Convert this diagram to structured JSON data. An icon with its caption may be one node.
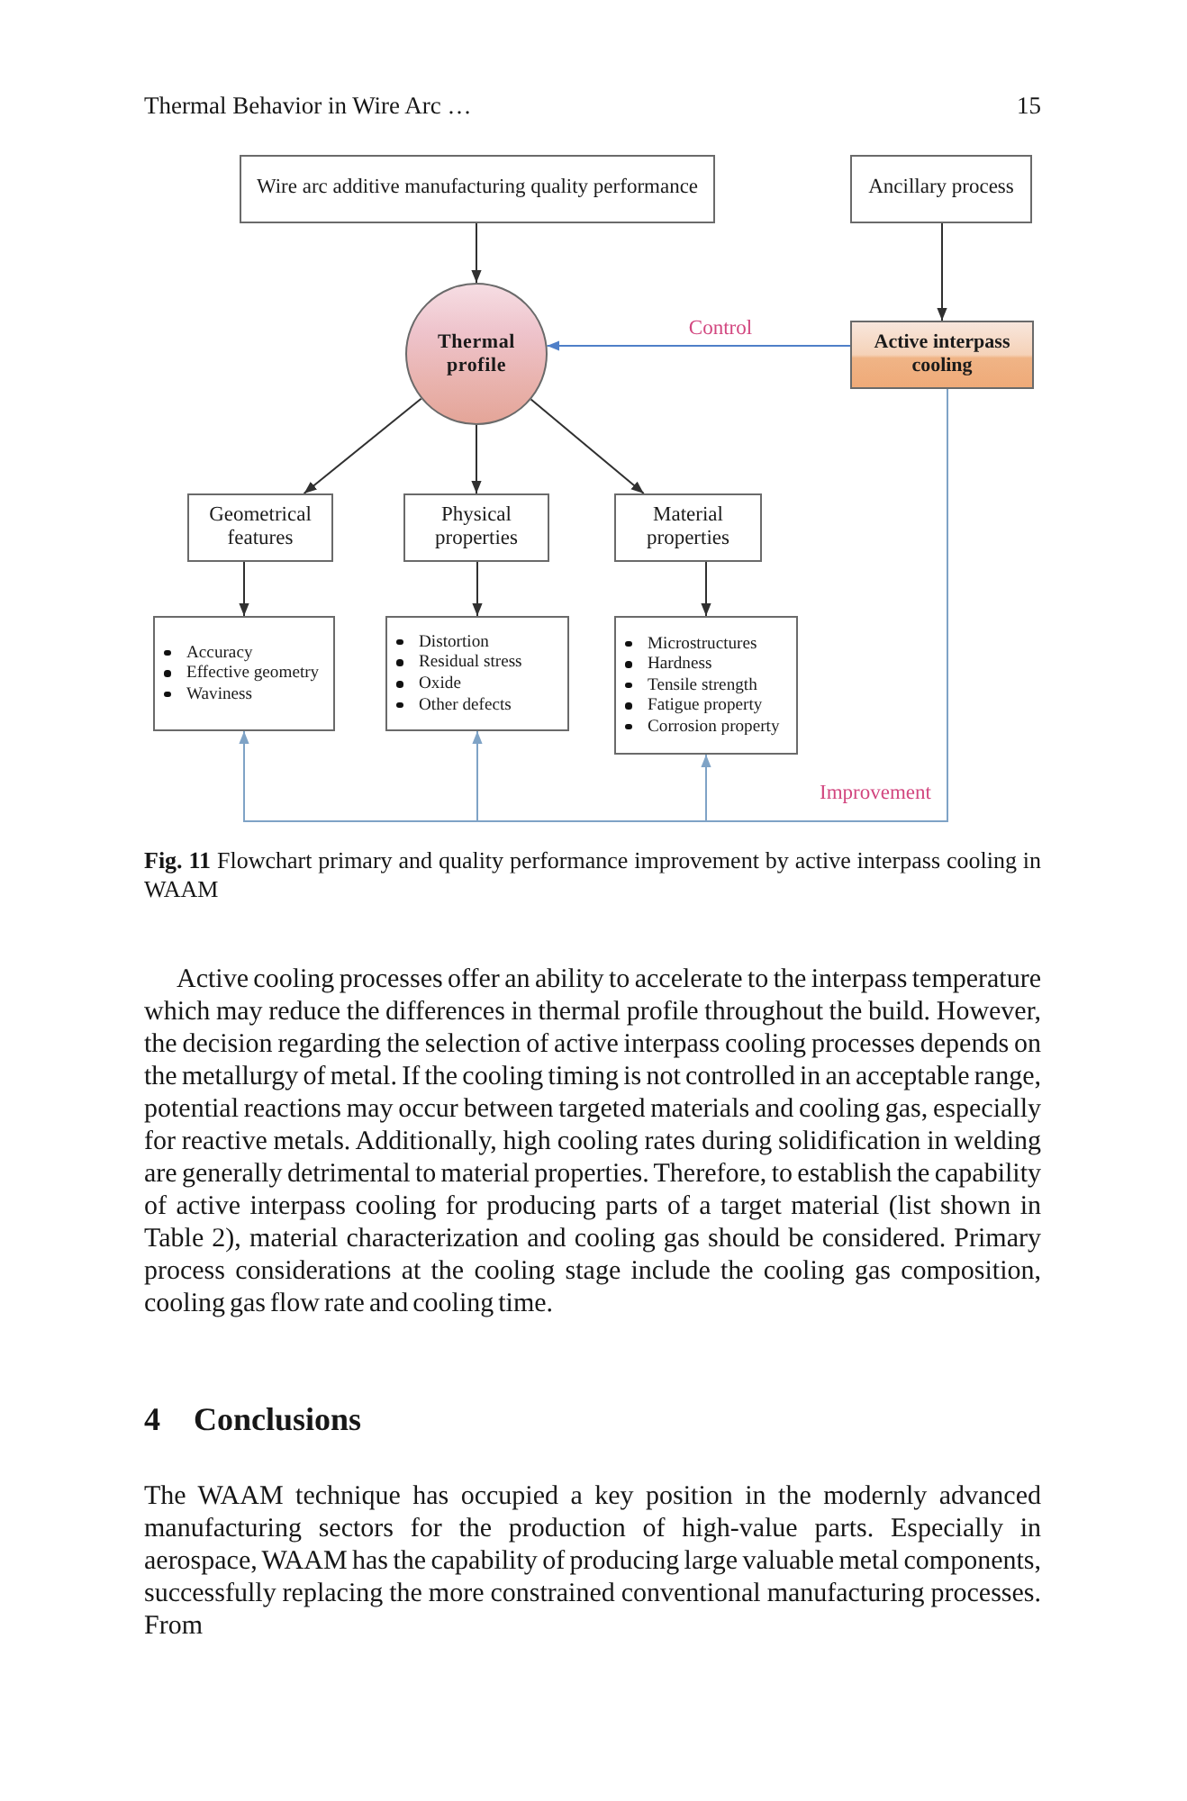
{
  "diagram": {
    "caption": "**Fig. 11** Flowchart primary and quality performance improvement by active interpass cooling in WAAM",
    "nodes": [
      {
        "text": [
          "Wire arc additive manufacturing quality performance"
        ]
      },
      {
        "text": [
          "Ancillary process"
        ]
      },
      {
        "text": [
          "Thermal profile"
        ]
      },
      {
        "text": [
          "Active interpass cooling"
        ]
      },
      {
        "text": [
          "Geometrical features"
        ]
      },
      {
        "text": [
          "Physical properties"
        ]
      },
      {
        "text": [
          "Material properties"
        ]
      },
      {
        "text": [
          "Accuracy",
          "Effective geometry",
          "Waviness"
        ]
      },
      {
        "text": [
          "Distortion",
          "Residual stress",
          "Oxide",
          "Other defects"
        ]
      },
      {
        "text": [
          "Microstructures",
          "Hardness",
          "Tensile strength",
          "Fatigue property",
          "Corrosion property"
        ]
      }
    ],
    "edges": [
      {
        "from": 0,
        "to": 2,
        "arrow": "to"
      },
      {
        "from": 1,
        "to": 3,
        "arrow": "to"
      },
      {
        "from": 3,
        "to": 2,
        "arrow": "to",
        "label": "Control",
        "color": "#4f7fc8"
      },
      {
        "from": 2,
        "to": 4,
        "arrow": "to"
      },
      {
        "from": 2,
        "to": 5,
        "arrow": "to"
      },
      {
        "from": 2,
        "to": 6,
        "arrow": "to"
      },
      {
        "from": 4,
        "to": 7,
        "arrow": "to"
      },
      {
        "from": 5,
        "to": 8,
        "arrow": "to"
      },
      {
        "from": 6,
        "to": 9,
        "arrow": "to"
      },
      {
        "from": 3,
        "to": 7,
        "arrow": "to",
        "color": "#7fa3c6"
      },
      {
        "from": 3,
        "to": 8,
        "arrow": "to",
        "color": "#7fa3c6"
      },
      {
        "from": 3,
        "to": 9,
        "arrow": "to",
        "label": "Improvement",
        "color": "#7fa3c6"
      }
    ],
    "labels": [
      "Thermal Behavior in Wire Arc …",
      "15",
      "Active cooling processes offer an ability to accelerate to the interpass temperature which may reduce the differences in thermal profile throughout the build. However, the decision regarding the selection of active interpass cooling processes depends on the metallurgy of metal. If the cooling timing is not controlled in an acceptable range, potential reactions may occur between targeted materials and cooling gas, especially for reactive metals. Additionally, high cooling rates during solidification in welding are generally detrimental to material properties. Therefore, to establish the capability of active interpass cooling for producing parts of a target material (list shown in Table 2), material characterization and cooling gas should be considered. Primary process considerations at the cooling stage include the cooling gas composition, cooling gas flow rate and cooling time.",
      "4 Conclusions",
      "The WAAM technique has occupied a key position in the modernly advanced manufacturing sectors for the production of high-value parts. Especially in aerospace, WAAM has the capability of producing large valuable metal components, successfully replacing the more constrained conventional manufacturing processes. From"
    ]
  }
}
